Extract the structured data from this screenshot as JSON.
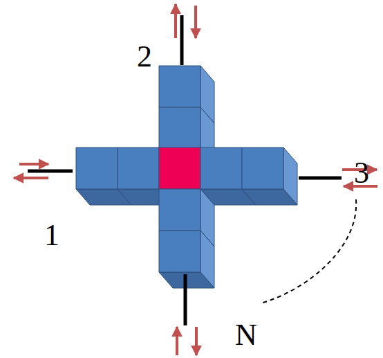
{
  "diagram": {
    "labels": [
      "2",
      "1",
      "3",
      "N"
    ]
  }
}
